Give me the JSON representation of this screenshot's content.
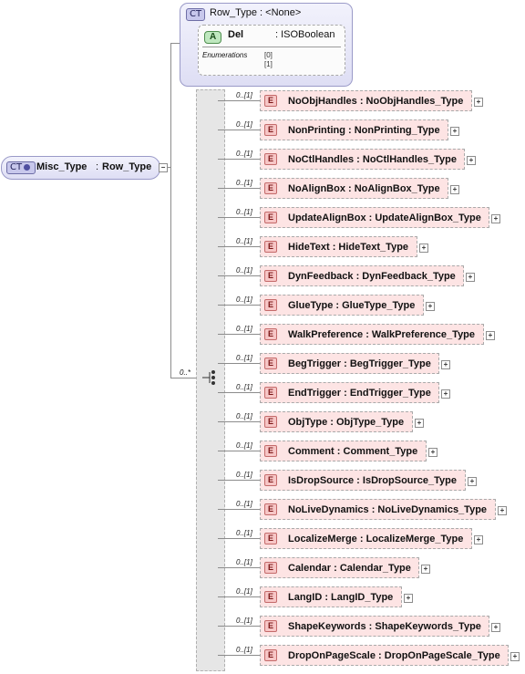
{
  "row_type": {
    "badge": "CT",
    "label": "Row_Type : <None>",
    "attribute": {
      "badge": "A",
      "name": "Del",
      "type": ": ISOBoolean"
    },
    "enumerations_label": "Enumerations",
    "enumerations": [
      "[0]",
      "[1]"
    ]
  },
  "misc_type": {
    "badge": "CT",
    "name": "Misc_Type",
    "sep": ":",
    "type": "Row_Type",
    "collapse": "−"
  },
  "sequence": {
    "cardinality": "0..*"
  },
  "elements": [
    {
      "card": "0..[1]",
      "name": "NoObjHandles",
      "type": "NoObjHandles_Type"
    },
    {
      "card": "0..[1]",
      "name": "NonPrinting",
      "type": "NonPrinting_Type"
    },
    {
      "card": "0..[1]",
      "name": "NoCtlHandles",
      "type": "NoCtlHandles_Type"
    },
    {
      "card": "0..[1]",
      "name": "NoAlignBox",
      "type": "NoAlignBox_Type"
    },
    {
      "card": "0..[1]",
      "name": "UpdateAlignBox",
      "type": "UpdateAlignBox_Type"
    },
    {
      "card": "0..[1]",
      "name": "HideText",
      "type": "HideText_Type"
    },
    {
      "card": "0..[1]",
      "name": "DynFeedback",
      "type": "DynFeedback_Type"
    },
    {
      "card": "0..[1]",
      "name": "GlueType",
      "type": "GlueType_Type"
    },
    {
      "card": "0..[1]",
      "name": "WalkPreference",
      "type": "WalkPreference_Type"
    },
    {
      "card": "0..[1]",
      "name": "BegTrigger",
      "type": "BegTrigger_Type"
    },
    {
      "card": "0..[1]",
      "name": "EndTrigger",
      "type": "EndTrigger_Type"
    },
    {
      "card": "0..[1]",
      "name": "ObjType",
      "type": "ObjType_Type"
    },
    {
      "card": "0..[1]",
      "name": "Comment",
      "type": "Comment_Type"
    },
    {
      "card": "0..[1]",
      "name": "IsDropSource",
      "type": "IsDropSource_Type"
    },
    {
      "card": "0..[1]",
      "name": "NoLiveDynamics",
      "type": "NoLiveDynamics_Type"
    },
    {
      "card": "0..[1]",
      "name": "LocalizeMerge",
      "type": "LocalizeMerge_Type"
    },
    {
      "card": "0..[1]",
      "name": "Calendar",
      "type": "Calendar_Type"
    },
    {
      "card": "0..[1]",
      "name": "LangID",
      "type": "LangID_Type"
    },
    {
      "card": "0..[1]",
      "name": "ShapeKeywords",
      "type": "ShapeKeywords_Type"
    },
    {
      "card": "0..[1]",
      "name": "DropOnPageScale",
      "type": "DropOnPageScale_Type"
    }
  ]
}
